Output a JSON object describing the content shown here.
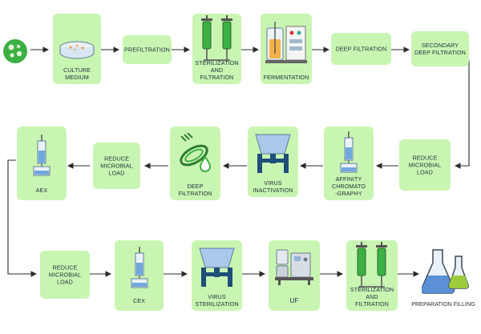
{
  "steps": {
    "culture_medium": "CULTURE\nMEDIUM",
    "prefiltration": "PREFILTRATION",
    "sterilization_filtration_1": "STERILIZATION\nAND\nFILTRATION",
    "fermentation": "FERMENTATION",
    "deep_filtration_1": "DEEP FILTRATION",
    "secondary_deep_filtration": "SECONDARY\nDEEP FILTRATION",
    "reduce_microbial_load_1": "REDUCE\nMICROBIAL\nLOAD",
    "affinity_chromatography": "AFFINITY\nCHROMATO\n-GRAPHY",
    "virus_inactivation": "VIRUS\nINACTIVATION",
    "deep_filtration_2": "DEEP\nFILTRATION",
    "reduce_microbial_load_2": "REDUCE\nMICROBIAL\nLOAD",
    "aex": "AEX",
    "reduce_microbial_load_3": "REDUCE\nMICROBIAL\nLOAD",
    "cex": "CEX",
    "virus_sterilization": "VIRUS\nSTERILIZATION",
    "uf": "UF",
    "sterilization_filtration_2": "STERILIZATION\nAND\nFILTRATION",
    "preparation_filling": "PREPARATION FILLING"
  },
  "colors": {
    "box": "#c9f5b2",
    "accent_green": "#3cb043",
    "arrow": "#2b2b2b",
    "text": "#1f2d3a"
  },
  "icons": {
    "start": "cell-culture-icon",
    "culture_medium": "petri-dish-icon",
    "sterilization_filtration": "filter-cartridges-icon",
    "fermentation": "bioreactor-icon",
    "chromatography": "chromatography-column-icon",
    "virus": "tank-icon",
    "deep_filtration": "filter-drop-icon",
    "uf": "ultrafiltration-machine-icon",
    "filling": "flasks-icon"
  }
}
